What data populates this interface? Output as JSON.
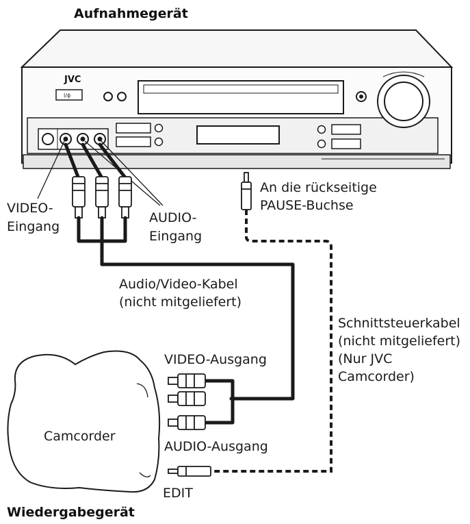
{
  "title_top": "Aufnahmegerät",
  "title_bottom": "Wiedergabegerät",
  "vcr": {
    "brand": "JVC",
    "power_label": "I/ɸ"
  },
  "labels": {
    "video_in_1": "VIDEO-",
    "video_in_2": "Eingang",
    "audio_in_1": "AUDIO-",
    "audio_in_2": "Eingang",
    "pause_1": "An die rückseitige",
    "pause_2": "PAUSE-Buchse",
    "av_cable_1": "Audio/Video-Kabel",
    "av_cable_2": "(nicht mitgeliefert)",
    "edit_cable_1": "Schnittsteuerkabel",
    "edit_cable_2": "(nicht mitgeliefert)",
    "edit_cable_3": "(Nur JVC",
    "edit_cable_4": "Camcorder)",
    "video_out": "VIDEO-Ausgang",
    "audio_out": "AUDIO-Ausgang",
    "camcorder": "Camcorder",
    "edit": "EDIT"
  },
  "colors": {
    "line": "#1a1a1a",
    "panel": "#f4f4f4",
    "shade": "#d8d8d8"
  }
}
